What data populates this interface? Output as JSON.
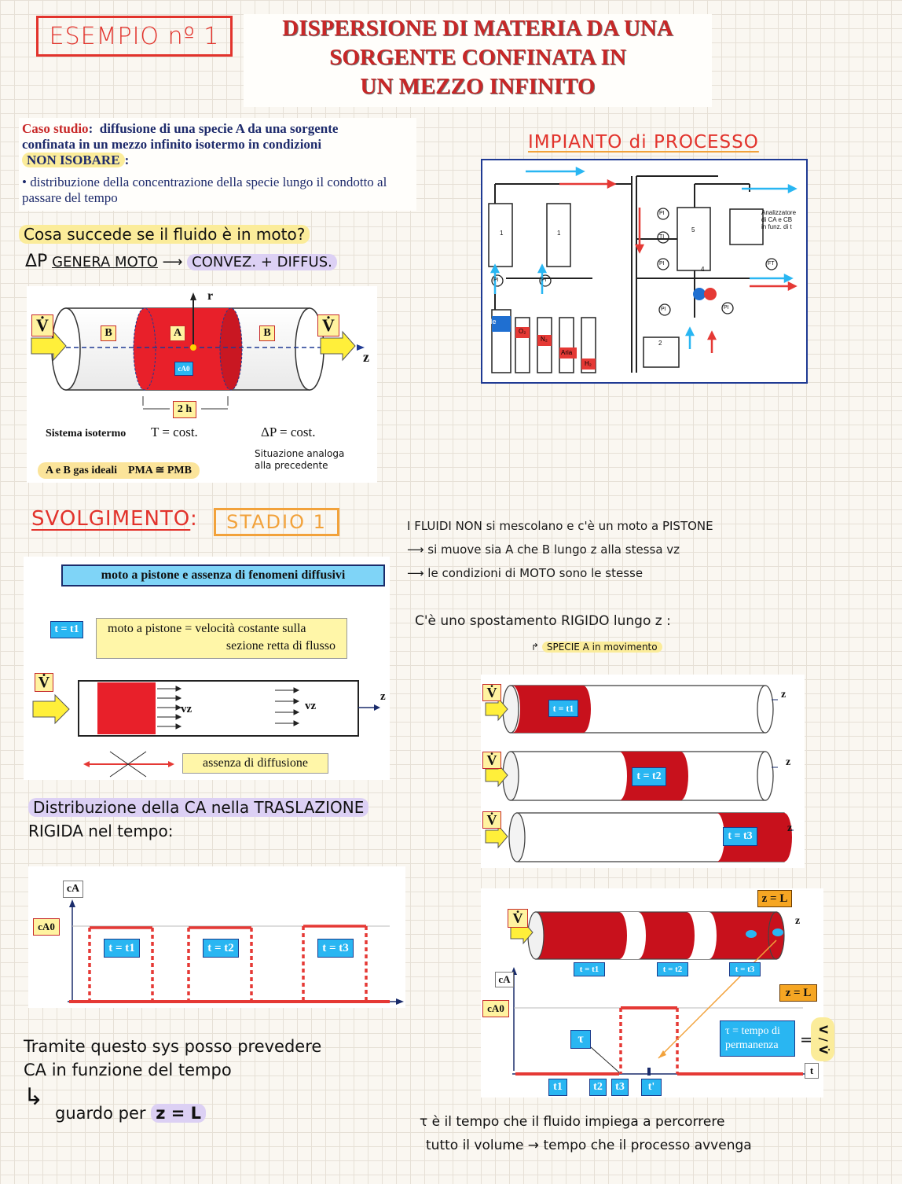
{
  "header": {
    "example_label": "ESEMPIO nº 1",
    "title_line1": "DISPERSIONE DI MATERIA DA UNA",
    "title_line2": "SORGENTE CONFINATA IN",
    "title_line3": "UN MEZZO INFINITO"
  },
  "case_study": {
    "label": "Caso studio",
    "text_line1": "diffusione di una specie A da una sorgente",
    "text_line2": "confinata in un mezzo infinito isotermo in condizioni",
    "highlight": "NON ISOBARE",
    "bullet": "• distribuzione della concentrazione della specie lungo il condotto al passare del tempo"
  },
  "plant": {
    "title": "IMPIANTO di PROCESSO",
    "analyzer_note_1": "Analizzatore",
    "analyzer_note_2": "di CA e CB",
    "analyzer_note_3": "in funz. di t",
    "gas_labels": [
      "He",
      "O₂",
      "N₂",
      "Aria",
      "H₂"
    ],
    "instrument_labels": [
      "PI",
      "PI",
      "PI",
      "TI",
      "PI",
      "PI",
      "FT",
      "PI"
    ],
    "column_labels": [
      "1",
      "1",
      "5",
      "4",
      "2"
    ]
  },
  "question": {
    "line1": "Cosa succede se il fluido è in moto?",
    "line2_a": "ΔP",
    "line2_b": "GENERA MOTO",
    "line2_c": "CONVEZ. + DIFFUS."
  },
  "diagram1": {
    "v_label": "V̇",
    "region_b": "B",
    "region_a": "A",
    "r_axis": "r",
    "z_axis": "z",
    "ca0": "cA0",
    "length": "2 h",
    "iso": "Sistema isotermo",
    "t_const": "T = cost.",
    "p_const": "ΔP = cost.",
    "ideal": "A e B gas ideali",
    "pm": "PMA ≅ PMB",
    "note1": "Situazione analoga",
    "note2": "alla precedente"
  },
  "svolgimento": {
    "title": "SVOLGIMENTO",
    "colon": ":",
    "stage": "STADIO 1",
    "right_line1": "I FLUIDI NON si mescolano e c'è un moto a PISTONE",
    "right_line2": "si muove sia A che B lungo z alla stessa vz",
    "right_line3": "le condizioni di MOTO sono le stesse",
    "rigid_shift": "C'è uno spostamento RIGIDO lungo z :",
    "moving_species": "SPECIE A in movimento"
  },
  "piston_panel": {
    "title": "moto a pistone e assenza di fenomeni diffusivi",
    "t_label": "t = t1",
    "desc_line1": "moto a pistone = velocità costante sulla",
    "desc_line2": "sezione retta di flusso",
    "v_label": "V̇",
    "vz": "vz",
    "z_axis": "z",
    "no_diffusion": "assenza di diffusione"
  },
  "tubes": {
    "v_label": "V̇",
    "z_axis": "z",
    "labels": [
      "t = t1",
      "t = t2",
      "t = t3"
    ]
  },
  "distribution": {
    "line1": "Distribuzione della CA nella TRASLAZIONE",
    "line2": "RIGIDA nel tempo:"
  },
  "chart_left": {
    "ylabel": "cA",
    "level": "cA0",
    "labels": [
      "t = t1",
      "t = t2",
      "t = t3"
    ]
  },
  "bottom_right": {
    "zl_top": "z = L",
    "zl_mid": "z = L",
    "v_label": "V̇",
    "z_axis": "z",
    "tube_labels": [
      "t = t1",
      "t = t2",
      "t = t3"
    ],
    "ylabel": "cA",
    "level": "cA0",
    "tau": "τ",
    "tau_def_1": "τ = tempo di",
    "tau_def_2": "permanenza",
    "equals": "=",
    "ratio": "V / V̇",
    "t_axis": "t",
    "ticks": [
      "t1",
      "t2",
      "t3",
      "t'"
    ]
  },
  "conclusion": {
    "line1": "Tramite questo sys posso prevedere",
    "line2": "CA in funzione del tempo",
    "line3_a": "guardo per",
    "line3_b": "z = L",
    "tau_line1": "τ è il tempo che il fluido impiega a percorrere",
    "tau_line2": "tutto il volume → tempo che il processo avvenga"
  },
  "colors": {
    "red": "#e2332c",
    "orange": "#f2a23b",
    "navy": "#1d2a6b",
    "cyan": "#29b6f2",
    "yellow_hl": "#fbec9a",
    "purple_hl": "#dcd0f4"
  }
}
